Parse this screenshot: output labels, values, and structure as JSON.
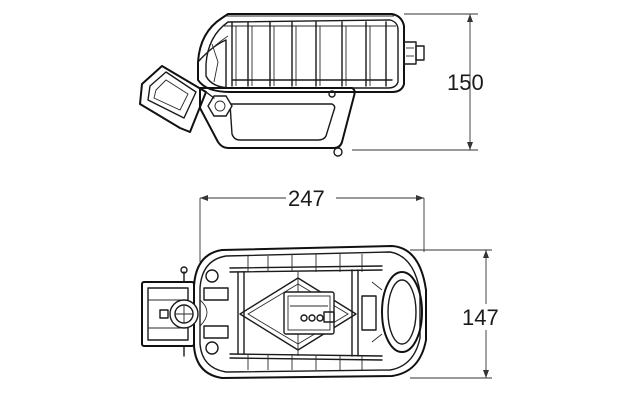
{
  "dimensions": {
    "side_height": "150",
    "top_length": "247",
    "top_width": "147"
  },
  "colors": {
    "line": "#1a1a1a",
    "background": "#ffffff"
  }
}
